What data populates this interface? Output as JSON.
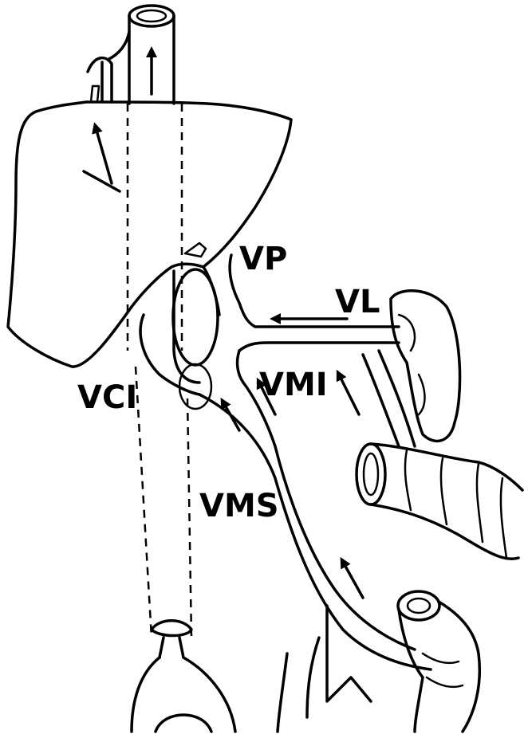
{
  "labels": {
    "vp": "VP",
    "vl": "VL",
    "vmi": "VMI",
    "vci": "VCI",
    "vms": "VMS"
  }
}
